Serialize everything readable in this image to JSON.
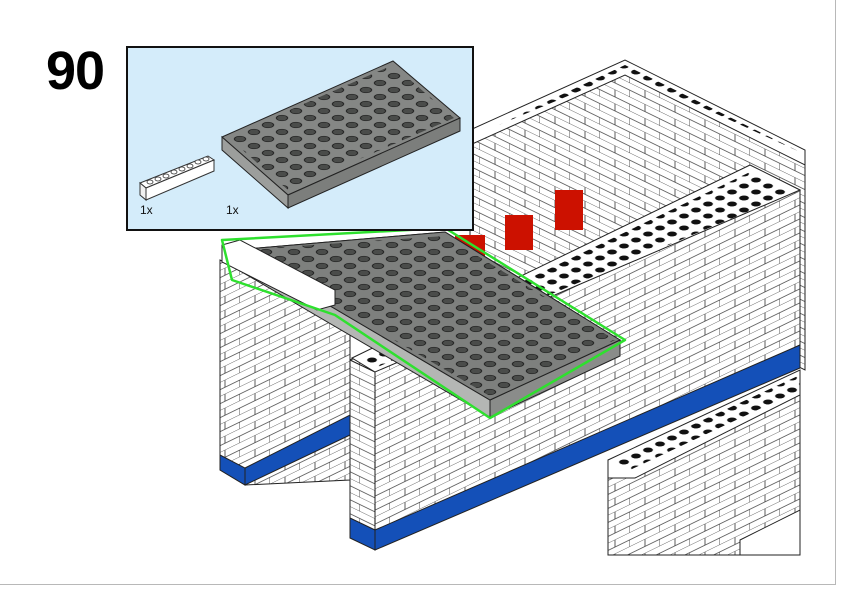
{
  "step": {
    "number": "90"
  },
  "parts_list": {
    "items": [
      {
        "part": "white-1x8-brick",
        "quantity": "1x"
      },
      {
        "part": "dark-gray-8x16-plate",
        "quantity": "1x"
      }
    ]
  },
  "colors": {
    "parts_background": "#d4ecfa",
    "highlight": "#2ee02e",
    "plate_gray": "#8a8c8a",
    "base_blue": "#1450b8",
    "window_red": "#cc1100"
  }
}
